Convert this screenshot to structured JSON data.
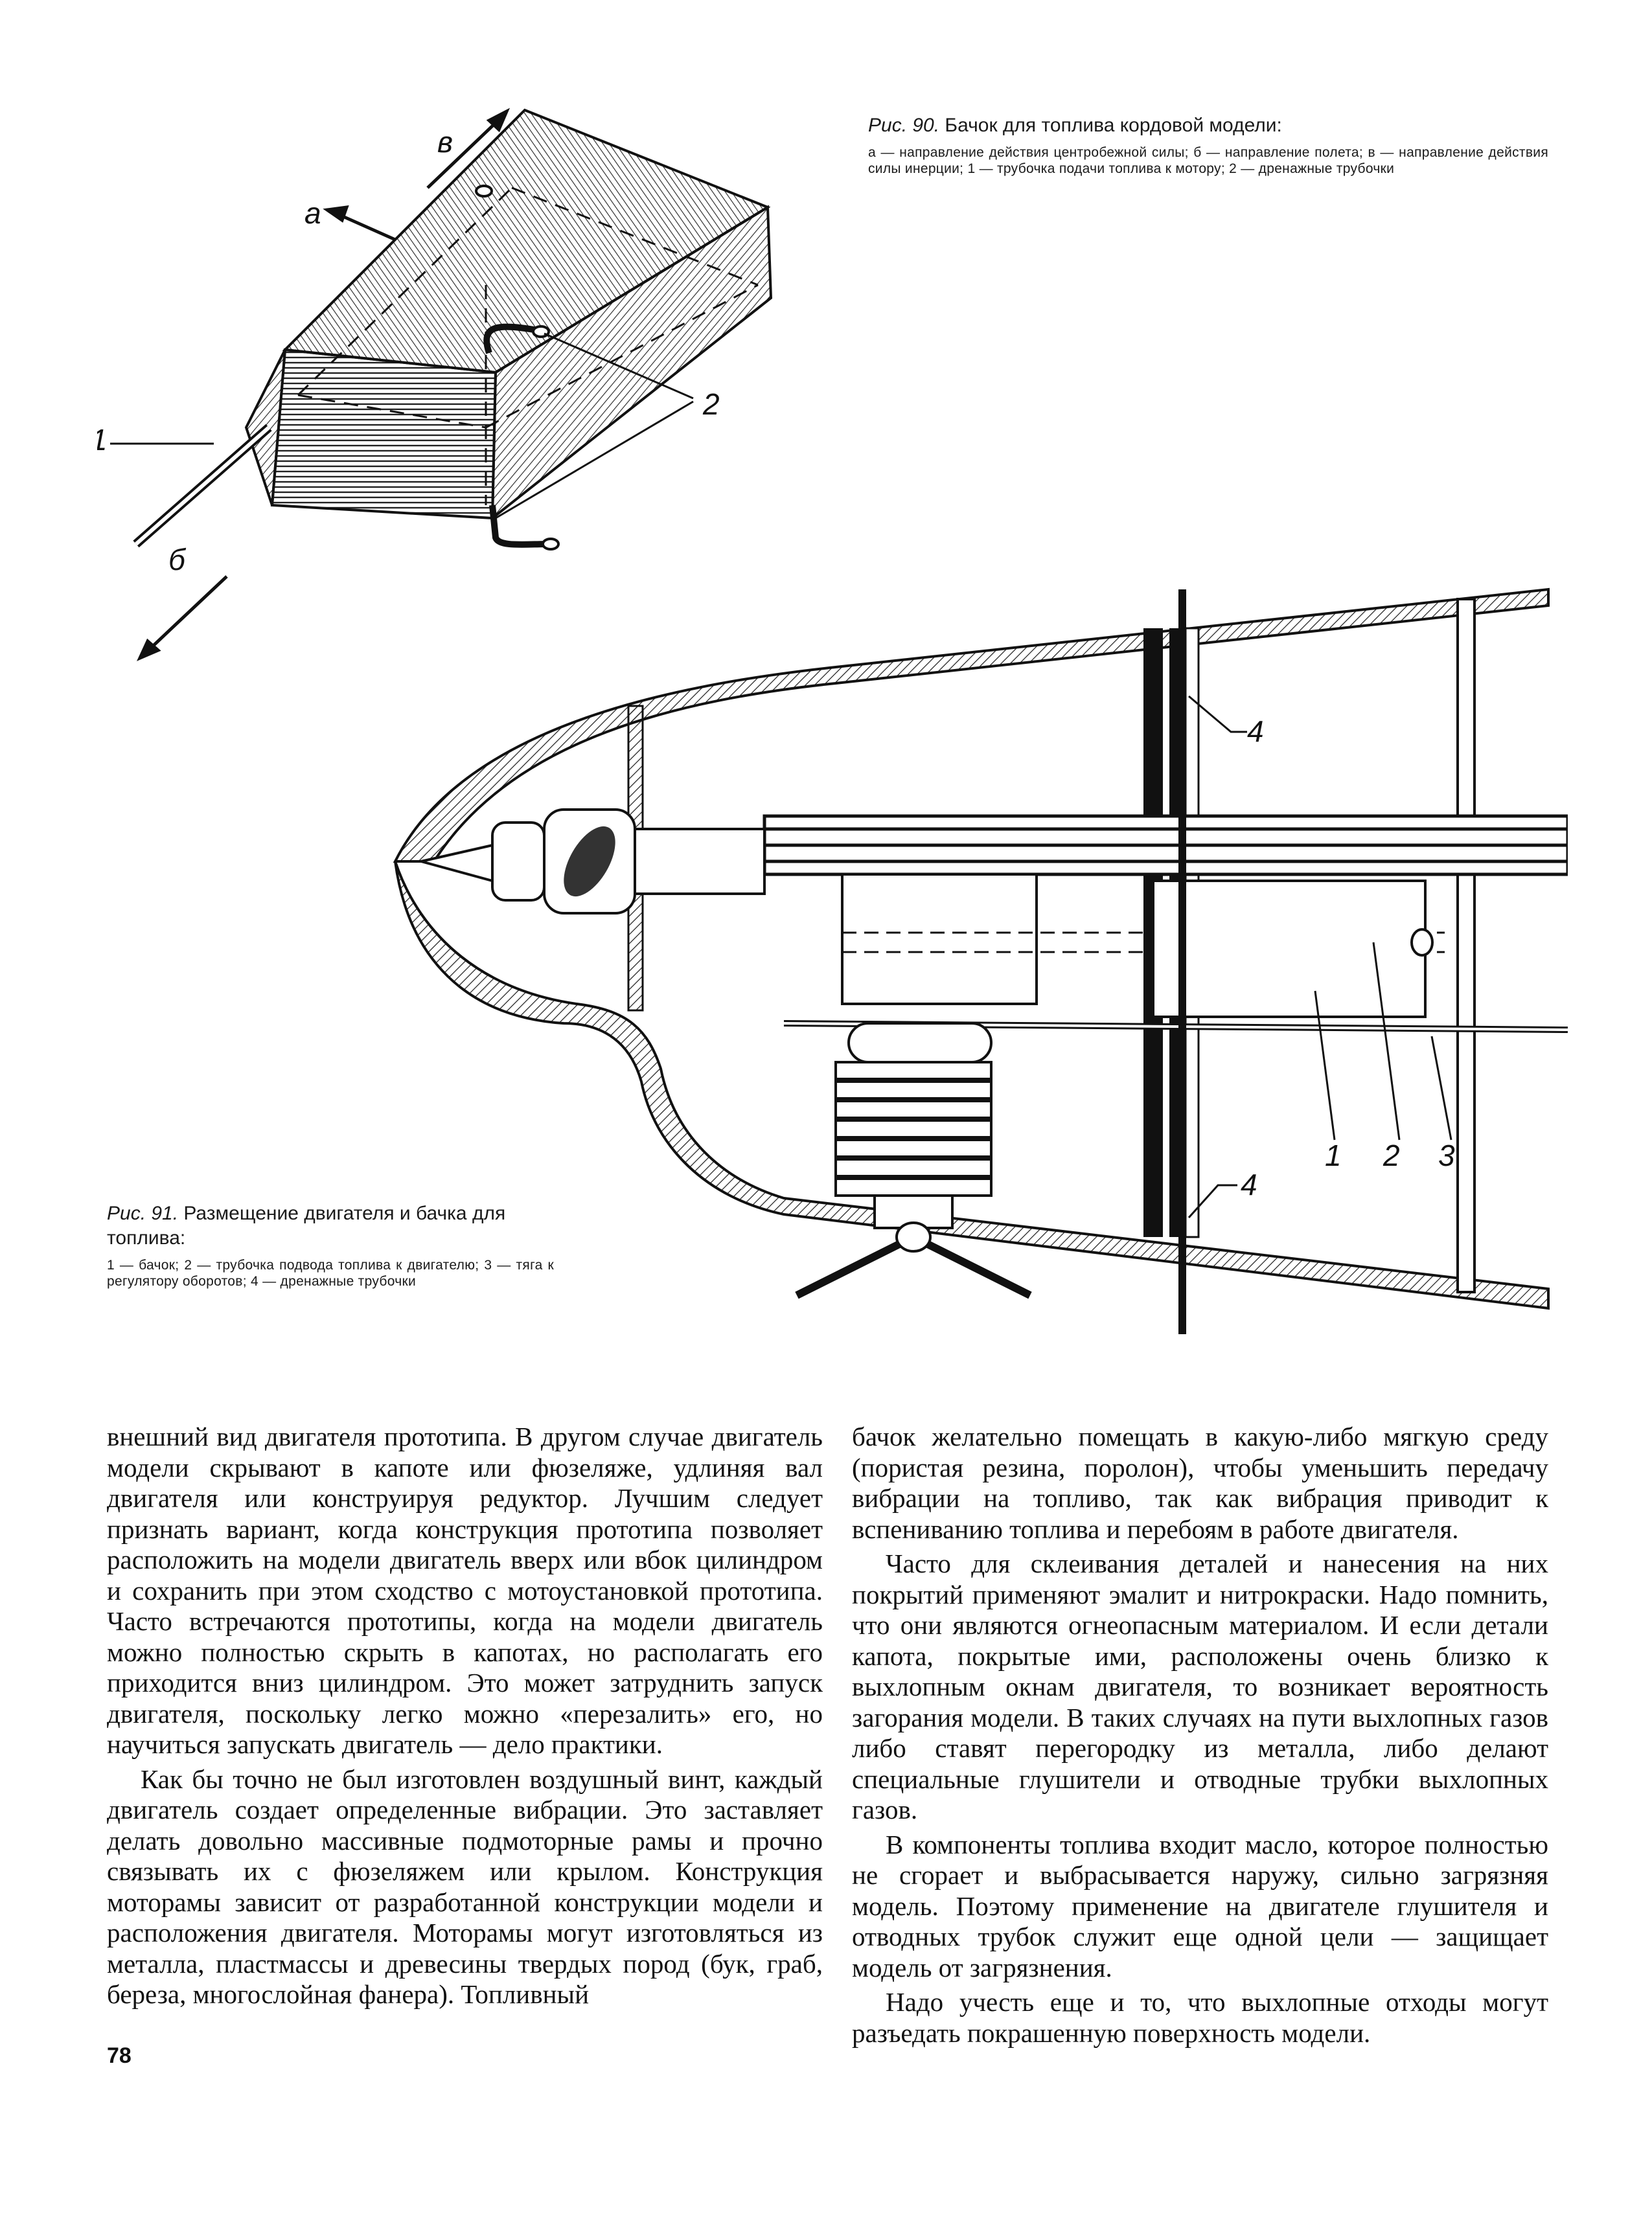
{
  "figure90": {
    "caption_prefix": "Рис. 90.",
    "caption_title": "Бачок для топлива кордовой модели:",
    "legend": "а — направление действия центробежной силы; б — направление полета; в — направление действия силы инерции; 1 — трубочка подачи топлива к мотору; 2 — дренажные трубочки",
    "labels": {
      "a": "а",
      "b": "б",
      "v": "в",
      "n1": "1",
      "n2": "2"
    }
  },
  "figure91": {
    "caption_prefix": "Рис. 91.",
    "caption_title": "Размещение двигателя и бачка для топлива:",
    "legend": "1 — бачок; 2 — трубочка подвода топлива к двигателю; 3 — тяга к регулятору оборотов; 4 — дренажные трубочки",
    "labels": {
      "n1": "1",
      "n2": "2",
      "n3": "3",
      "n4a": "4",
      "n4b": "4"
    }
  },
  "text": {
    "left": [
      "внешний вид двигателя прототипа. В другом случае двигатель модели скрывают в капоте или фюзеляже, удлиняя вал двигателя или конструируя редуктор. Лучшим следует признать вариант, когда конструкция прототипа позволяет расположить на модели двигатель вверх или вбок цилиндром и сохранить при этом сходство с мотоустановкой прототипа. Часто встречаются прототипы, когда на модели двигатель можно полностью скрыть в капотах, но располагать его приходится вниз цилиндром. Это может затруднить запуск двигателя, поскольку легко можно «перезалить» его, но научиться запускать двигатель — дело практики.",
      "Как бы точно не был изготовлен воздушный винт, каждый двигатель создает определенные вибрации. Это заставляет делать довольно массивные подмоторные рамы и прочно связывать их с фюзеляжем или крылом. Конструкция моторамы зависит от разработанной конструкции модели и расположения двигателя. Моторамы могут изготовляться из металла, пластмассы и древесины твердых пород (бук, граб, береза, многослойная фанера). Топливный"
    ],
    "right": [
      "бачок желательно помещать в какую-либо мягкую среду (пористая резина, поролон), чтобы уменьшить передачу вибрации на топливо, так как вибрация приводит к вспениванию топлива и перебоям в работе двигателя.",
      "Часто для склеивания деталей и нанесения на них покрытий применяют эмалит и нитрокраски. Надо помнить, что они являются огнеопасным материалом. И если детали капота, покрытые ими, расположены очень близко к выхлопным окнам двигателя, то возникает вероятность загорания модели. В таких случаях на пути выхлопных газов либо ставят перегородку из металла, либо делают специальные глушители и отводные трубки выхлопных газов.",
      "В компоненты топлива входит масло, которое полностью не сгорает и выбрасывается наружу, сильно загрязняя модель. Поэтому применение на двигателе глушителя и отводных трубок служит еще одной цели — защищает модель от загрязнения.",
      "Надо учесть еще и то, что выхлопные отходы могут разъедать покрашенную поверхность модели."
    ]
  },
  "page_number": "78"
}
